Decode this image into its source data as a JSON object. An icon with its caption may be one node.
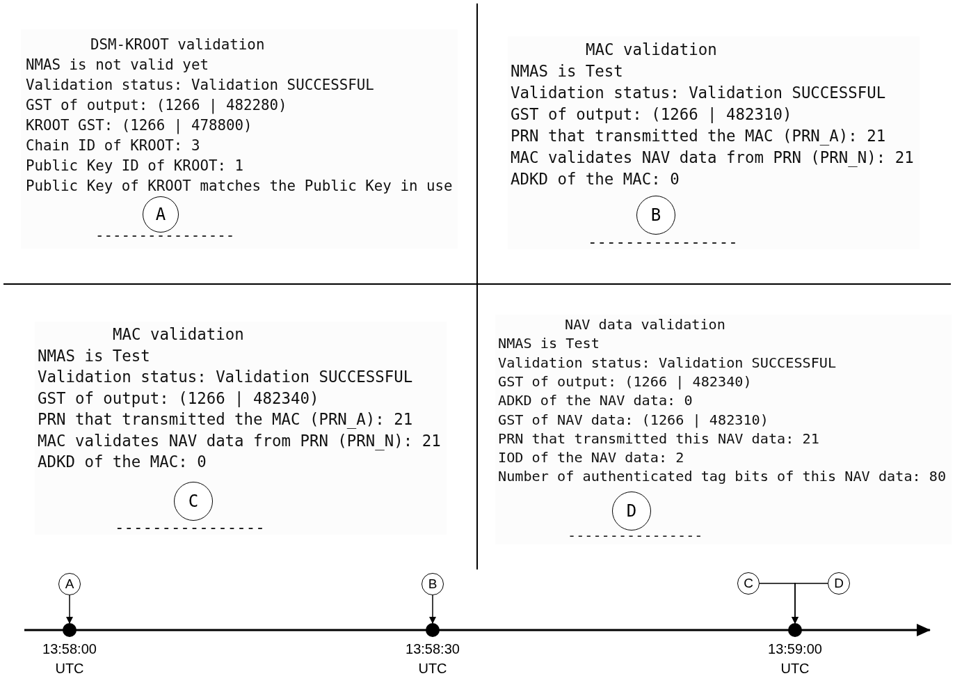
{
  "diagram": {
    "nodes": [
      {
        "text": [
          "DSM-KROOT validation",
          "NMAS is not valid yet",
          "Validation status: Validation SUCCESSFUL",
          "GST of output: (1266 | 482280)",
          "KROOT GST: (1266 | 478800)",
          "Chain ID of KROOT: 3",
          "Public Key ID of KROOT: 1",
          "Public Key of KROOT matches the Public Key in use",
          "----------------"
        ]
      },
      {
        "text": [
          "A"
        ],
        "in": 0
      },
      {
        "text": [
          "MAC validation",
          "NMAS is Test",
          "Validation status: Validation SUCCESSFUL",
          "GST of output: (1266 | 482310)",
          "PRN that transmitted the MAC (PRN_A): 21",
          "MAC validates NAV data from PRN (PRN_N): 21",
          "ADKD of the MAC: 0",
          "----------------"
        ]
      },
      {
        "text": [
          "B"
        ],
        "in": 2
      },
      {
        "text": [
          "MAC validation",
          "NMAS is Test",
          "Validation status: Validation SUCCESSFUL",
          "GST of output: (1266 | 482340)",
          "PRN that transmitted the MAC (PRN_A): 21",
          "MAC validates NAV data from PRN (PRN_N): 21",
          "ADKD of the MAC: 0",
          "----------------"
        ]
      },
      {
        "text": [
          "C"
        ],
        "in": 4
      },
      {
        "text": [
          "NAV data validation",
          "NMAS is Test",
          "Validation status: Validation SUCCESSFUL",
          "GST of output: (1266 | 482340)",
          "ADKD of the NAV data: 0",
          "GST of NAV data: (1266 | 482310)",
          "PRN that transmitted this NAV data: 21",
          "IOD of the NAV data: 2",
          "Number of authenticated tag bits of this NAV data: 80",
          "----------------"
        ]
      },
      {
        "text": [
          "D"
        ],
        "in": 6
      },
      {
        "text": [
          "A"
        ]
      },
      {
        "text": [],
        "shape": "circle",
        "beside": [
          "13:58:00 UTC"
        ]
      },
      {
        "text": [
          "B"
        ]
      },
      {
        "text": [],
        "shape": "circle",
        "beside": [
          "13:58:30 UTC"
        ]
      },
      {
        "text": [
          "C"
        ]
      },
      {
        "text": [
          "D"
        ]
      },
      {
        "text": [],
        "shape": "circle",
        "beside": [
          "13:59:00 UTC"
        ]
      }
    ],
    "edges": [
      {
        "from": 8,
        "to": 9,
        "arrow": "to"
      },
      {
        "from": 10,
        "to": 11,
        "arrow": "to"
      },
      {
        "from": 12,
        "to": 14,
        "arrow": "to"
      },
      {
        "from": 13,
        "to": 14,
        "arrow": "to"
      }
    ]
  }
}
